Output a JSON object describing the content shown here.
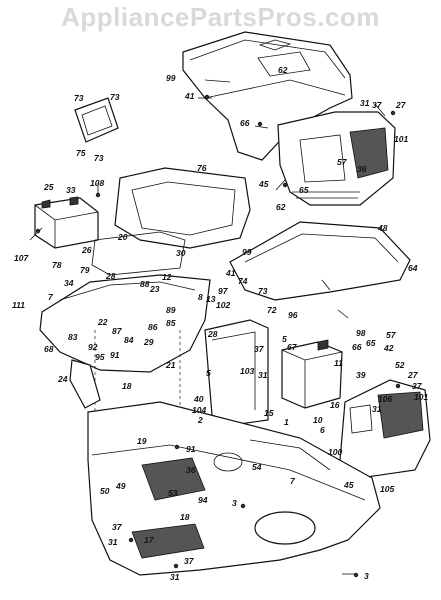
{
  "watermark": "AppliancePartsPros.com",
  "callouts": [
    {
      "id": "c62a",
      "text": "62"
    },
    {
      "id": "c99a",
      "text": "99"
    },
    {
      "id": "c41a",
      "text": "41"
    },
    {
      "id": "c31a",
      "text": "31"
    },
    {
      "id": "c37a",
      "text": "37"
    },
    {
      "id": "c27a",
      "text": "27"
    },
    {
      "id": "c101a",
      "text": "101"
    },
    {
      "id": "c66a",
      "text": "66"
    },
    {
      "id": "c57a",
      "text": "57"
    },
    {
      "id": "c36a",
      "text": "36"
    },
    {
      "id": "c45a",
      "text": "45"
    },
    {
      "id": "c65a",
      "text": "65"
    },
    {
      "id": "c73a",
      "text": "73"
    },
    {
      "id": "c73b",
      "text": "73"
    },
    {
      "id": "c75a",
      "text": "75"
    },
    {
      "id": "c73c",
      "text": "73"
    },
    {
      "id": "c76a",
      "text": "76"
    },
    {
      "id": "c25a",
      "text": "25"
    },
    {
      "id": "c33a",
      "text": "33"
    },
    {
      "id": "c108a",
      "text": "108"
    },
    {
      "id": "c20a",
      "text": "20"
    },
    {
      "id": "c107a",
      "text": "107"
    },
    {
      "id": "c26a",
      "text": "26"
    },
    {
      "id": "c78a",
      "text": "78"
    },
    {
      "id": "c30a",
      "text": "30"
    },
    {
      "id": "c79a",
      "text": "79"
    },
    {
      "id": "c28a",
      "text": "28"
    },
    {
      "id": "c12a",
      "text": "12"
    },
    {
      "id": "c34a",
      "text": "34"
    },
    {
      "id": "c88a",
      "text": "88"
    },
    {
      "id": "c7a",
      "text": "7"
    },
    {
      "id": "c23a",
      "text": "23"
    },
    {
      "id": "c89a",
      "text": "89"
    },
    {
      "id": "c111a",
      "text": "111"
    },
    {
      "id": "c22a",
      "text": "22"
    },
    {
      "id": "c87a",
      "text": "87"
    },
    {
      "id": "c85a",
      "text": "85"
    },
    {
      "id": "c86a",
      "text": "86"
    },
    {
      "id": "c83a",
      "text": "83"
    },
    {
      "id": "c92a",
      "text": "92"
    },
    {
      "id": "c84a",
      "text": "84"
    },
    {
      "id": "c29a",
      "text": "29"
    },
    {
      "id": "c68a",
      "text": "68"
    },
    {
      "id": "c95a",
      "text": "95"
    },
    {
      "id": "c91a",
      "text": "91"
    },
    {
      "id": "c24a",
      "text": "24"
    },
    {
      "id": "c18a",
      "text": "18"
    },
    {
      "id": "c21a",
      "text": "21"
    },
    {
      "id": "c62b",
      "text": "62"
    },
    {
      "id": "c48a",
      "text": "48"
    },
    {
      "id": "c99b",
      "text": "99"
    },
    {
      "id": "c41b",
      "text": "41"
    },
    {
      "id": "c74a",
      "text": "74"
    },
    {
      "id": "c64a",
      "text": "64"
    },
    {
      "id": "c97a",
      "text": "97"
    },
    {
      "id": "c73d",
      "text": "73"
    },
    {
      "id": "c13a",
      "text": "13"
    },
    {
      "id": "c8a",
      "text": "8"
    },
    {
      "id": "c102a",
      "text": "102"
    },
    {
      "id": "c96a",
      "text": "96"
    },
    {
      "id": "c72a",
      "text": "72"
    },
    {
      "id": "c28b",
      "text": "28"
    },
    {
      "id": "c5a",
      "text": "5"
    },
    {
      "id": "c67a",
      "text": "67"
    },
    {
      "id": "c98a",
      "text": "98"
    },
    {
      "id": "c66b",
      "text": "66"
    },
    {
      "id": "c57b",
      "text": "57"
    },
    {
      "id": "c65b",
      "text": "65"
    },
    {
      "id": "c11a",
      "text": "11"
    },
    {
      "id": "c42a",
      "text": "42"
    },
    {
      "id": "c52a",
      "text": "52"
    },
    {
      "id": "c39a",
      "text": "39"
    },
    {
      "id": "c27b",
      "text": "27"
    },
    {
      "id": "c37b",
      "text": "37"
    },
    {
      "id": "c37c",
      "text": "37"
    },
    {
      "id": "c103a",
      "text": "103"
    },
    {
      "id": "c31b",
      "text": "31"
    },
    {
      "id": "c5b",
      "text": "5"
    },
    {
      "id": "c40a",
      "text": "40"
    },
    {
      "id": "c104a",
      "text": "104"
    },
    {
      "id": "c2a",
      "text": "2"
    },
    {
      "id": "c15a",
      "text": "15"
    },
    {
      "id": "c1a",
      "text": "1"
    },
    {
      "id": "c16a",
      "text": "16"
    },
    {
      "id": "c10a",
      "text": "10"
    },
    {
      "id": "c6a",
      "text": "6"
    },
    {
      "id": "c31c",
      "text": "31"
    },
    {
      "id": "c106a",
      "text": "106"
    },
    {
      "id": "c101b",
      "text": "101"
    },
    {
      "id": "c100a",
      "text": "100"
    },
    {
      "id": "c19a",
      "text": "19"
    },
    {
      "id": "c91b",
      "text": "91"
    },
    {
      "id": "c36b",
      "text": "36"
    },
    {
      "id": "c54a",
      "text": "54"
    },
    {
      "id": "c45b",
      "text": "45"
    },
    {
      "id": "c7b",
      "text": "7"
    },
    {
      "id": "c105a",
      "text": "105"
    },
    {
      "id": "c50a",
      "text": "50"
    },
    {
      "id": "c49a",
      "text": "49"
    },
    {
      "id": "c53a",
      "text": "53"
    },
    {
      "id": "c94a",
      "text": "94"
    },
    {
      "id": "c18b",
      "text": "18"
    },
    {
      "id": "c3a",
      "text": "3"
    },
    {
      "id": "c37d",
      "text": "37"
    },
    {
      "id": "c31d",
      "text": "31"
    },
    {
      "id": "c17a",
      "text": "17"
    },
    {
      "id": "c37e",
      "text": "37"
    },
    {
      "id": "c31e",
      "text": "31"
    },
    {
      "id": "c3b",
      "text": "3"
    }
  ]
}
